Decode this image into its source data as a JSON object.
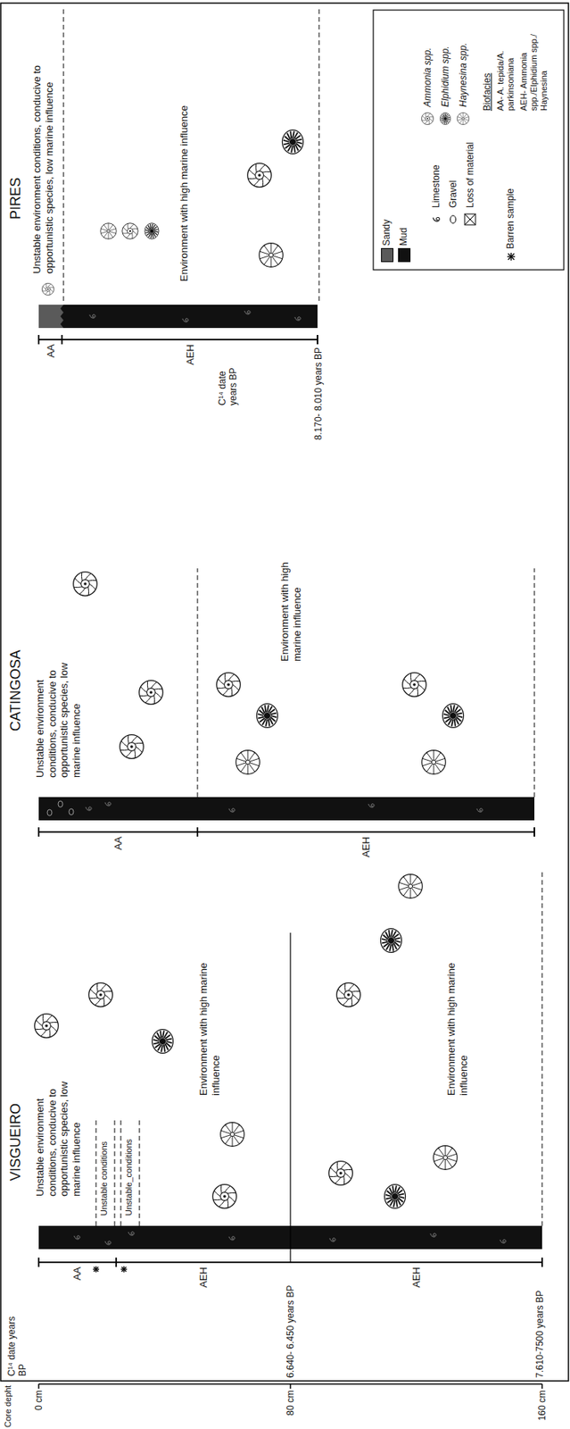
{
  "diagram": {
    "labels": [
      "Core depht",
      "0 cm",
      "80 cm",
      "160 cm",
      "VISGUEIRO",
      "C¹⁴ date years BP",
      "AA",
      "AEH",
      "6.640- 6.450 years BP",
      "AEH",
      "7.610-7500 years BP",
      "Unstable environment conditions, conducive to opportunistic species, low marine influence",
      "Unstable conditions",
      "Unstable_conditions",
      "Environment with high marine influence",
      "Environment with high marine influence",
      "CATINGOSA",
      "AA",
      "AEH",
      "Unstable environment conditions, conducive to opportunistic species, low marine influence",
      "Environment with high marine influence",
      "PIRES",
      "C¹⁴ date years BP",
      "AA",
      "AEH",
      "8.170- 8.010 years BP",
      "Unstable environment conditions, conducive to opportunistic species, low marine influence",
      "Environment with high marine influence",
      "Biofacies",
      "AA- A. tepida/A. parkinsoniana",
      "AEH- Ammonia spp./Elphidium spp./ Haynesina"
    ],
    "legend": [
      {
        "text": "Sandy",
        "color": "#5a5a5a"
      },
      {
        "text": "Mud",
        "color": "#111111"
      },
      {
        "text": "Limestone"
      },
      {
        "text": "Gravel"
      },
      {
        "text": "Loss of material"
      },
      {
        "text": "Barren sample"
      },
      {
        "text": "Ammonia spp."
      },
      {
        "text": "Elphidium spp."
      },
      {
        "text": "Haynesina spp."
      }
    ]
  }
}
